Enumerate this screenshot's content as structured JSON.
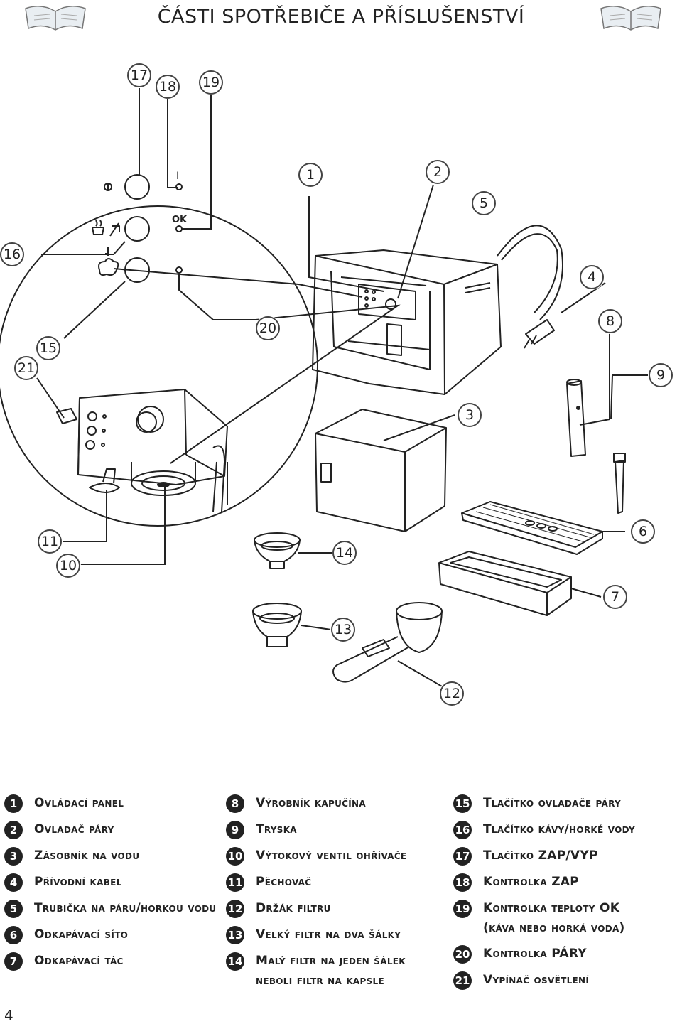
{
  "title": "ČÁSTI SPOTŘEBIČE A PŘÍSLUŠENSTVÍ",
  "page_number": "4",
  "panel_marks": {
    "power": "I",
    "ok": "OK"
  },
  "callouts": [
    {
      "n": "17"
    },
    {
      "n": "18"
    },
    {
      "n": "19"
    },
    {
      "n": "1"
    },
    {
      "n": "2"
    },
    {
      "n": "5"
    },
    {
      "n": "16"
    },
    {
      "n": "4"
    },
    {
      "n": "20"
    },
    {
      "n": "8"
    },
    {
      "n": "15"
    },
    {
      "n": "21"
    },
    {
      "n": "9"
    },
    {
      "n": "3"
    },
    {
      "n": "11"
    },
    {
      "n": "6"
    },
    {
      "n": "10"
    },
    {
      "n": "14"
    },
    {
      "n": "7"
    },
    {
      "n": "13"
    },
    {
      "n": "12"
    }
  ],
  "legend": [
    {
      "n": "1",
      "text": "Ovládací panel"
    },
    {
      "n": "2",
      "text": "Ovladač páry"
    },
    {
      "n": "3",
      "text": "Zásobník na vodu"
    },
    {
      "n": "4",
      "text": "Přívodní kabel"
    },
    {
      "n": "5",
      "text": "Trubička na páru/horkou vodu"
    },
    {
      "n": "6",
      "text": "Odkapávací síto"
    },
    {
      "n": "7",
      "text": "Odkapávací tác"
    },
    {
      "n": "8",
      "text": "Výrobník kapučína"
    },
    {
      "n": "9",
      "text": "Tryska"
    },
    {
      "n": "10",
      "text": "Výtokový ventil ohřívače"
    },
    {
      "n": "11",
      "text": "Pěchovač"
    },
    {
      "n": "12",
      "text": "Držák filtru"
    },
    {
      "n": "13",
      "text": "Velký filtr na dva šálky"
    },
    {
      "n": "14",
      "text": "Malý filtr na jeden šálek",
      "text2": "neboli filtr na kapsle"
    },
    {
      "n": "15",
      "text": "Tlačítko ovladače páry"
    },
    {
      "n": "16",
      "text": "Tlačítko kávy/horké vody"
    },
    {
      "n": "17",
      "text": "Tlačítko ZAP/VYP"
    },
    {
      "n": "18",
      "text": "Kontrolka ZAP"
    },
    {
      "n": "19",
      "text": "Kontrolka teploty OK",
      "text2": "(káva nebo horká voda)"
    },
    {
      "n": "20",
      "text": "Kontrolka PÁRY"
    },
    {
      "n": "21",
      "text": "Vypínač osvětlení"
    }
  ]
}
